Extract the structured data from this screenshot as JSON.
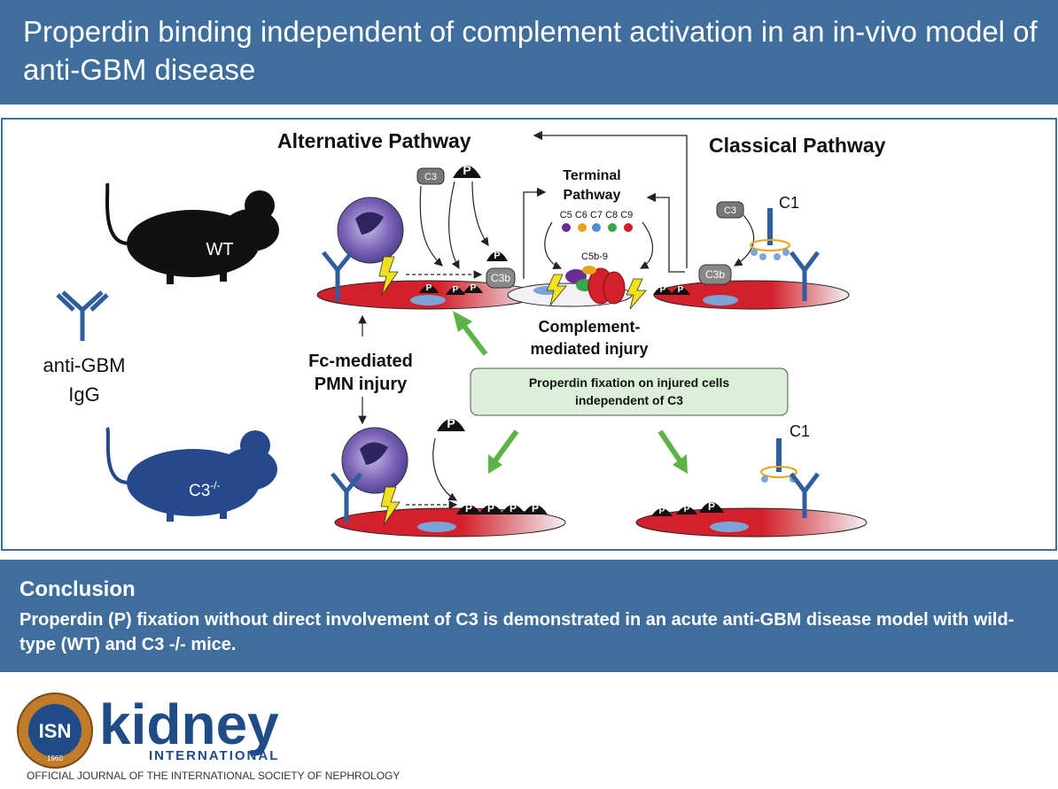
{
  "header": {
    "title": "Properdin binding independent of complement activation in an in-vivo model of anti-GBM disease"
  },
  "diagram": {
    "alternative_pathway": "Alternative Pathway",
    "classical_pathway": "Classical Pathway",
    "terminal_pathway_line1": "Terminal",
    "terminal_pathway_line2": "Pathway",
    "terminal_components": "C5 C6 C7 C8 C9",
    "mac_label": "C5b-9",
    "wt_label": "WT",
    "c3ko_label_base": "C3",
    "c3ko_label_sup": "-/-",
    "antibody_line1": "anti-GBM",
    "antibody_line2": "IgG",
    "fc_line1": "Fc-mediated",
    "fc_line2": "PMN injury",
    "complement_line1": "Complement-",
    "complement_line2": "mediated injury",
    "properdin_box_line1": "Properdin fixation on injured cells",
    "properdin_box_line2": "independent of C3",
    "c3": "C3",
    "c3b": "C3b",
    "p": "P",
    "c1": "C1",
    "colors": {
      "cell_red": "#d3202a",
      "brown_blue": "#3f6e9c",
      "box_green": "#dcefd9",
      "arrow_green": "#5db346",
      "mouse_blue": "#25498c"
    }
  },
  "conclusion": {
    "title": "Conclusion",
    "body": "Properdin (P) fixation without direct involvement of C3 is demonstrated in an acute anti-GBM disease model with wild-type (WT) and C3 -/- mice."
  },
  "footer": {
    "seal_text": "ISN",
    "seal_year": "1960",
    "journal_name": "kidney",
    "journal_subtitle": "INTERNATIONAL",
    "tagline": "OFFICIAL JOURNAL OF THE INTERNATIONAL SOCIETY OF NEPHROLOGY"
  }
}
